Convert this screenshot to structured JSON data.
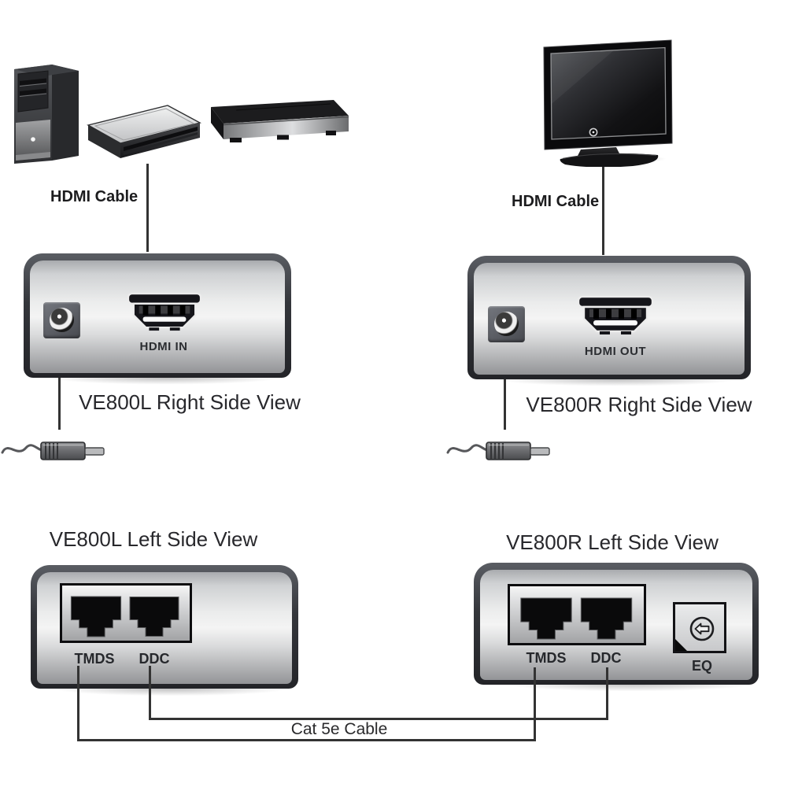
{
  "labels": {
    "hdmi_cable_source": "HDMI Cable",
    "hdmi_cable_display": "HDMI Cable",
    "cat5e_cable": "Cat 5e Cable"
  },
  "ve800l": {
    "right_caption": "VE800L Right Side View",
    "left_title": "VE800L Left Side View",
    "hdmi_port_label": "HDMI IN",
    "tmds_label": "TMDS",
    "ddc_label": "DDC"
  },
  "ve800r": {
    "right_caption": "VE800R Right Side View",
    "left_title": "VE800R Left Side View",
    "hdmi_port_label": "HDMI OUT",
    "tmds_label": "TMDS",
    "ddc_label": "DDC",
    "eq_label": "EQ"
  },
  "colors": {
    "background": "#ffffff",
    "cable_line": "#333333",
    "panel_frame_dark": "#34363b",
    "panel_silver": "#f4f4f4",
    "port_black": "#0d0d0f",
    "text": "#26272b"
  }
}
